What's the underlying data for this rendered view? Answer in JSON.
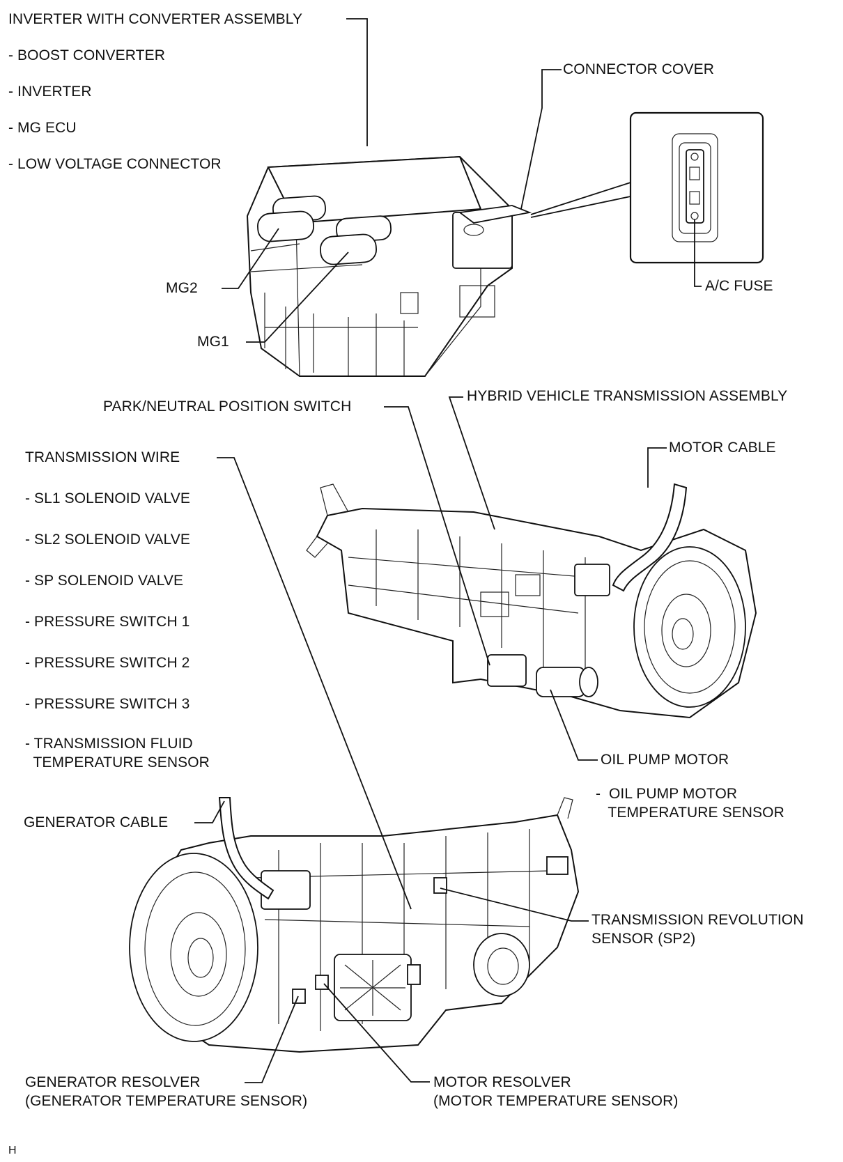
{
  "inverter": {
    "title": "INVERTER WITH CONVERTER ASSEMBLY",
    "items": [
      "- BOOST CONVERTER",
      "- INVERTER",
      "- MG ECU",
      "- LOW VOLTAGE CONNECTOR"
    ]
  },
  "connector_cover": "CONNECTOR COVER",
  "ac_fuse": "A/C FUSE",
  "mg2": "MG2",
  "mg1": "MG1",
  "park_neutral": "PARK/NEUTRAL POSITION SWITCH",
  "hv_transmission": "HYBRID VEHICLE TRANSMISSION ASSEMBLY",
  "transmission_wire": {
    "title": "TRANSMISSION WIRE",
    "items": [
      "- SL1 SOLENOID VALVE",
      "- SL2 SOLENOID VALVE",
      "- SP SOLENOID VALVE",
      "- PRESSURE SWITCH 1",
      "- PRESSURE SWITCH 2",
      "- PRESSURE SWITCH 3",
      "- TRANSMISSION FLUID\n  TEMPERATURE SENSOR"
    ]
  },
  "motor_cable": "MOTOR CABLE",
  "oil_pump_motor": "OIL PUMP MOTOR",
  "oil_pump_temp": "-  OIL PUMP MOTOR\n   TEMPERATURE SENSOR",
  "generator_cable": "GENERATOR CABLE",
  "trans_rev_sensor": "TRANSMISSION REVOLUTION\nSENSOR (SP2)",
  "generator_resolver": "GENERATOR RESOLVER\n(GENERATOR TEMPERATURE SENSOR)",
  "motor_resolver": "MOTOR RESOLVER\n(MOTOR TEMPERATURE SENSOR)",
  "footer_letter": "H"
}
